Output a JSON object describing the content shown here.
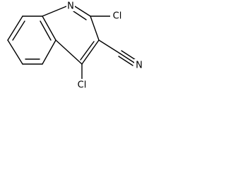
{
  "molecule": {
    "atoms": {
      "n1": "N",
      "cl2": "Cl",
      "cl4": "Cl",
      "n_nitrile": "N"
    }
  },
  "colors": {
    "bond": "#000000",
    "background": "#ffffff",
    "text": "#000000"
  }
}
